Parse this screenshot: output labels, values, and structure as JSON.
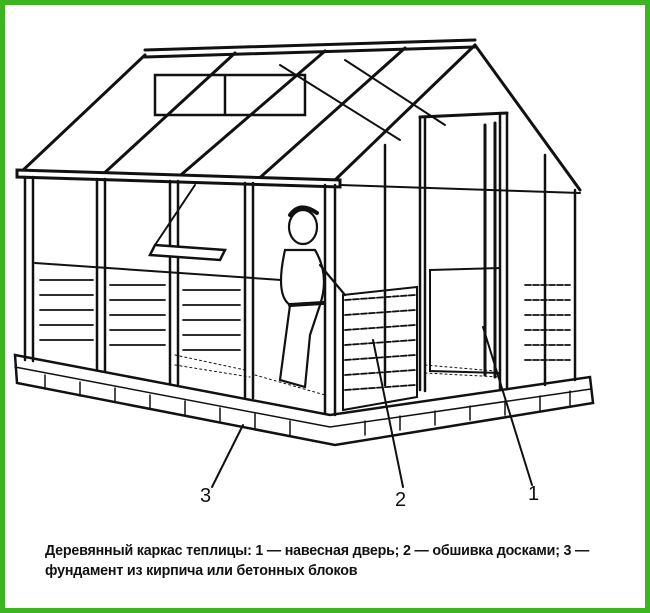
{
  "figure": {
    "labels": [
      "1",
      "2",
      "3"
    ],
    "caption": "Деревянный каркас теплицы: 1 — навесная дверь; 2 — обшивка досками; 3 — фундамент из кирпича или бетонных блоков",
    "border_color": "#3cb521"
  }
}
